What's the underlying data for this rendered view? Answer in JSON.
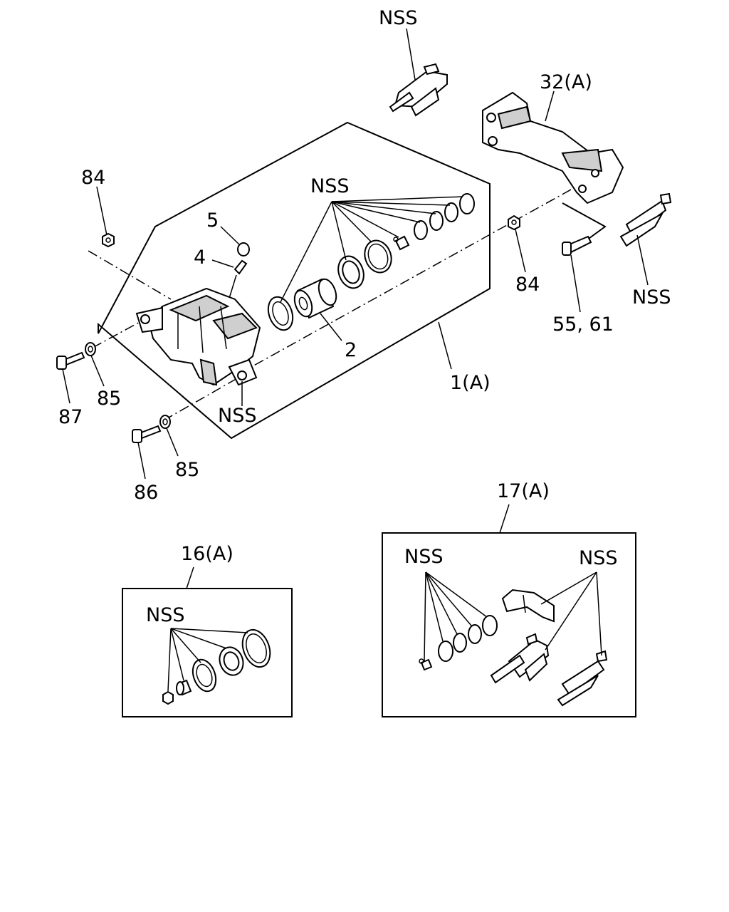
{
  "labels": {
    "nss_top": "NSS",
    "l32": "32(A)",
    "l84_left": "84",
    "nss_seal": "NSS",
    "l5": "5",
    "l4": "4",
    "l84_right": "84",
    "nss_right": "NSS",
    "l55_61": "55, 61",
    "l2": "2",
    "l1": "1(A)",
    "nss_bottom": "NSS",
    "l87": "87",
    "l85_a": "85",
    "l86": "86",
    "l85_b": "85",
    "l17": "17(A)",
    "l16": "16(A)",
    "nss_k16": "NSS",
    "nss_k17_left": "NSS",
    "nss_k17_right": "NSS"
  },
  "colors": {
    "line": "#000000",
    "background": "#ffffff",
    "shade": "#cfcfcf"
  }
}
